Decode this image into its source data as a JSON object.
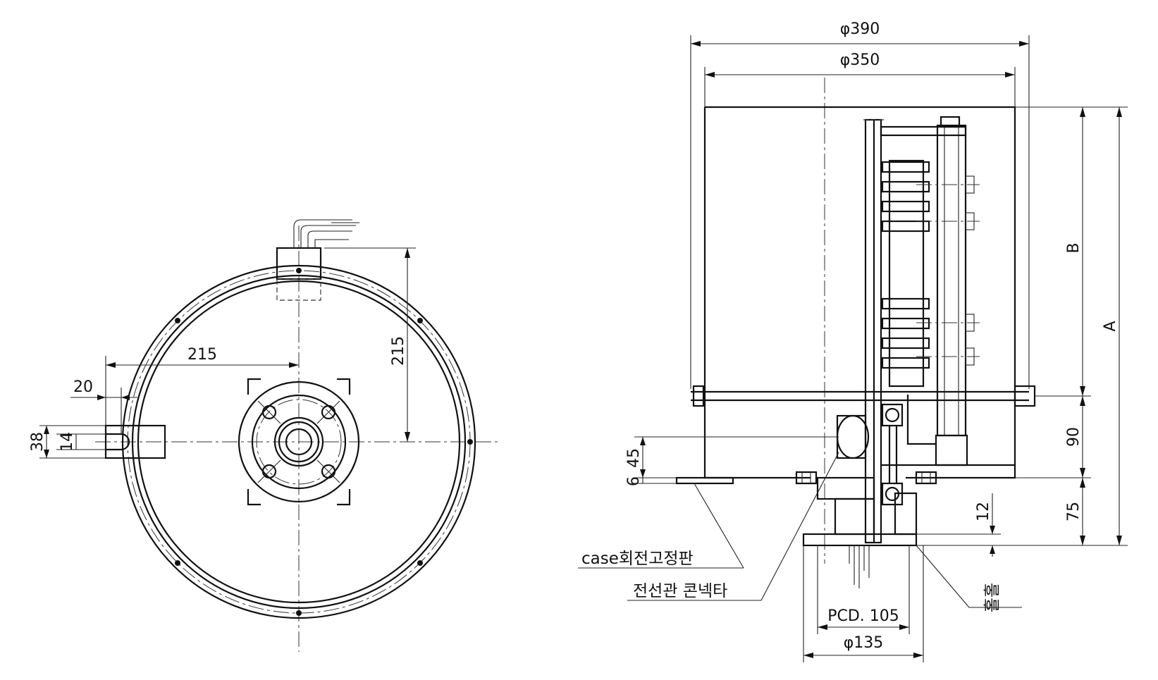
{
  "front_view": {
    "dim_radius_vertical": "215",
    "dim_radius_horizontal": "215",
    "dim_slot_offset": "20",
    "dim_slot_height": "38",
    "dim_slot_width": "14"
  },
  "side_view": {
    "dim_case_outer_dia": "φ390",
    "dim_case_inner_dia": "φ350",
    "dim_total_height": "A",
    "dim_upper_height": "B",
    "dim_mid_height": "90",
    "dim_base_height": "75",
    "dim_plate_thickness": "12",
    "dim_connector_height": "45",
    "dim_small_offset": "6",
    "dim_pcd": "PCD. 105",
    "dim_flange_dia": "φ135"
  },
  "labels": {
    "case_plate": "case회전고정판",
    "conduit_connector": "전선관 콘넥타",
    "hole": "홀홀"
  }
}
